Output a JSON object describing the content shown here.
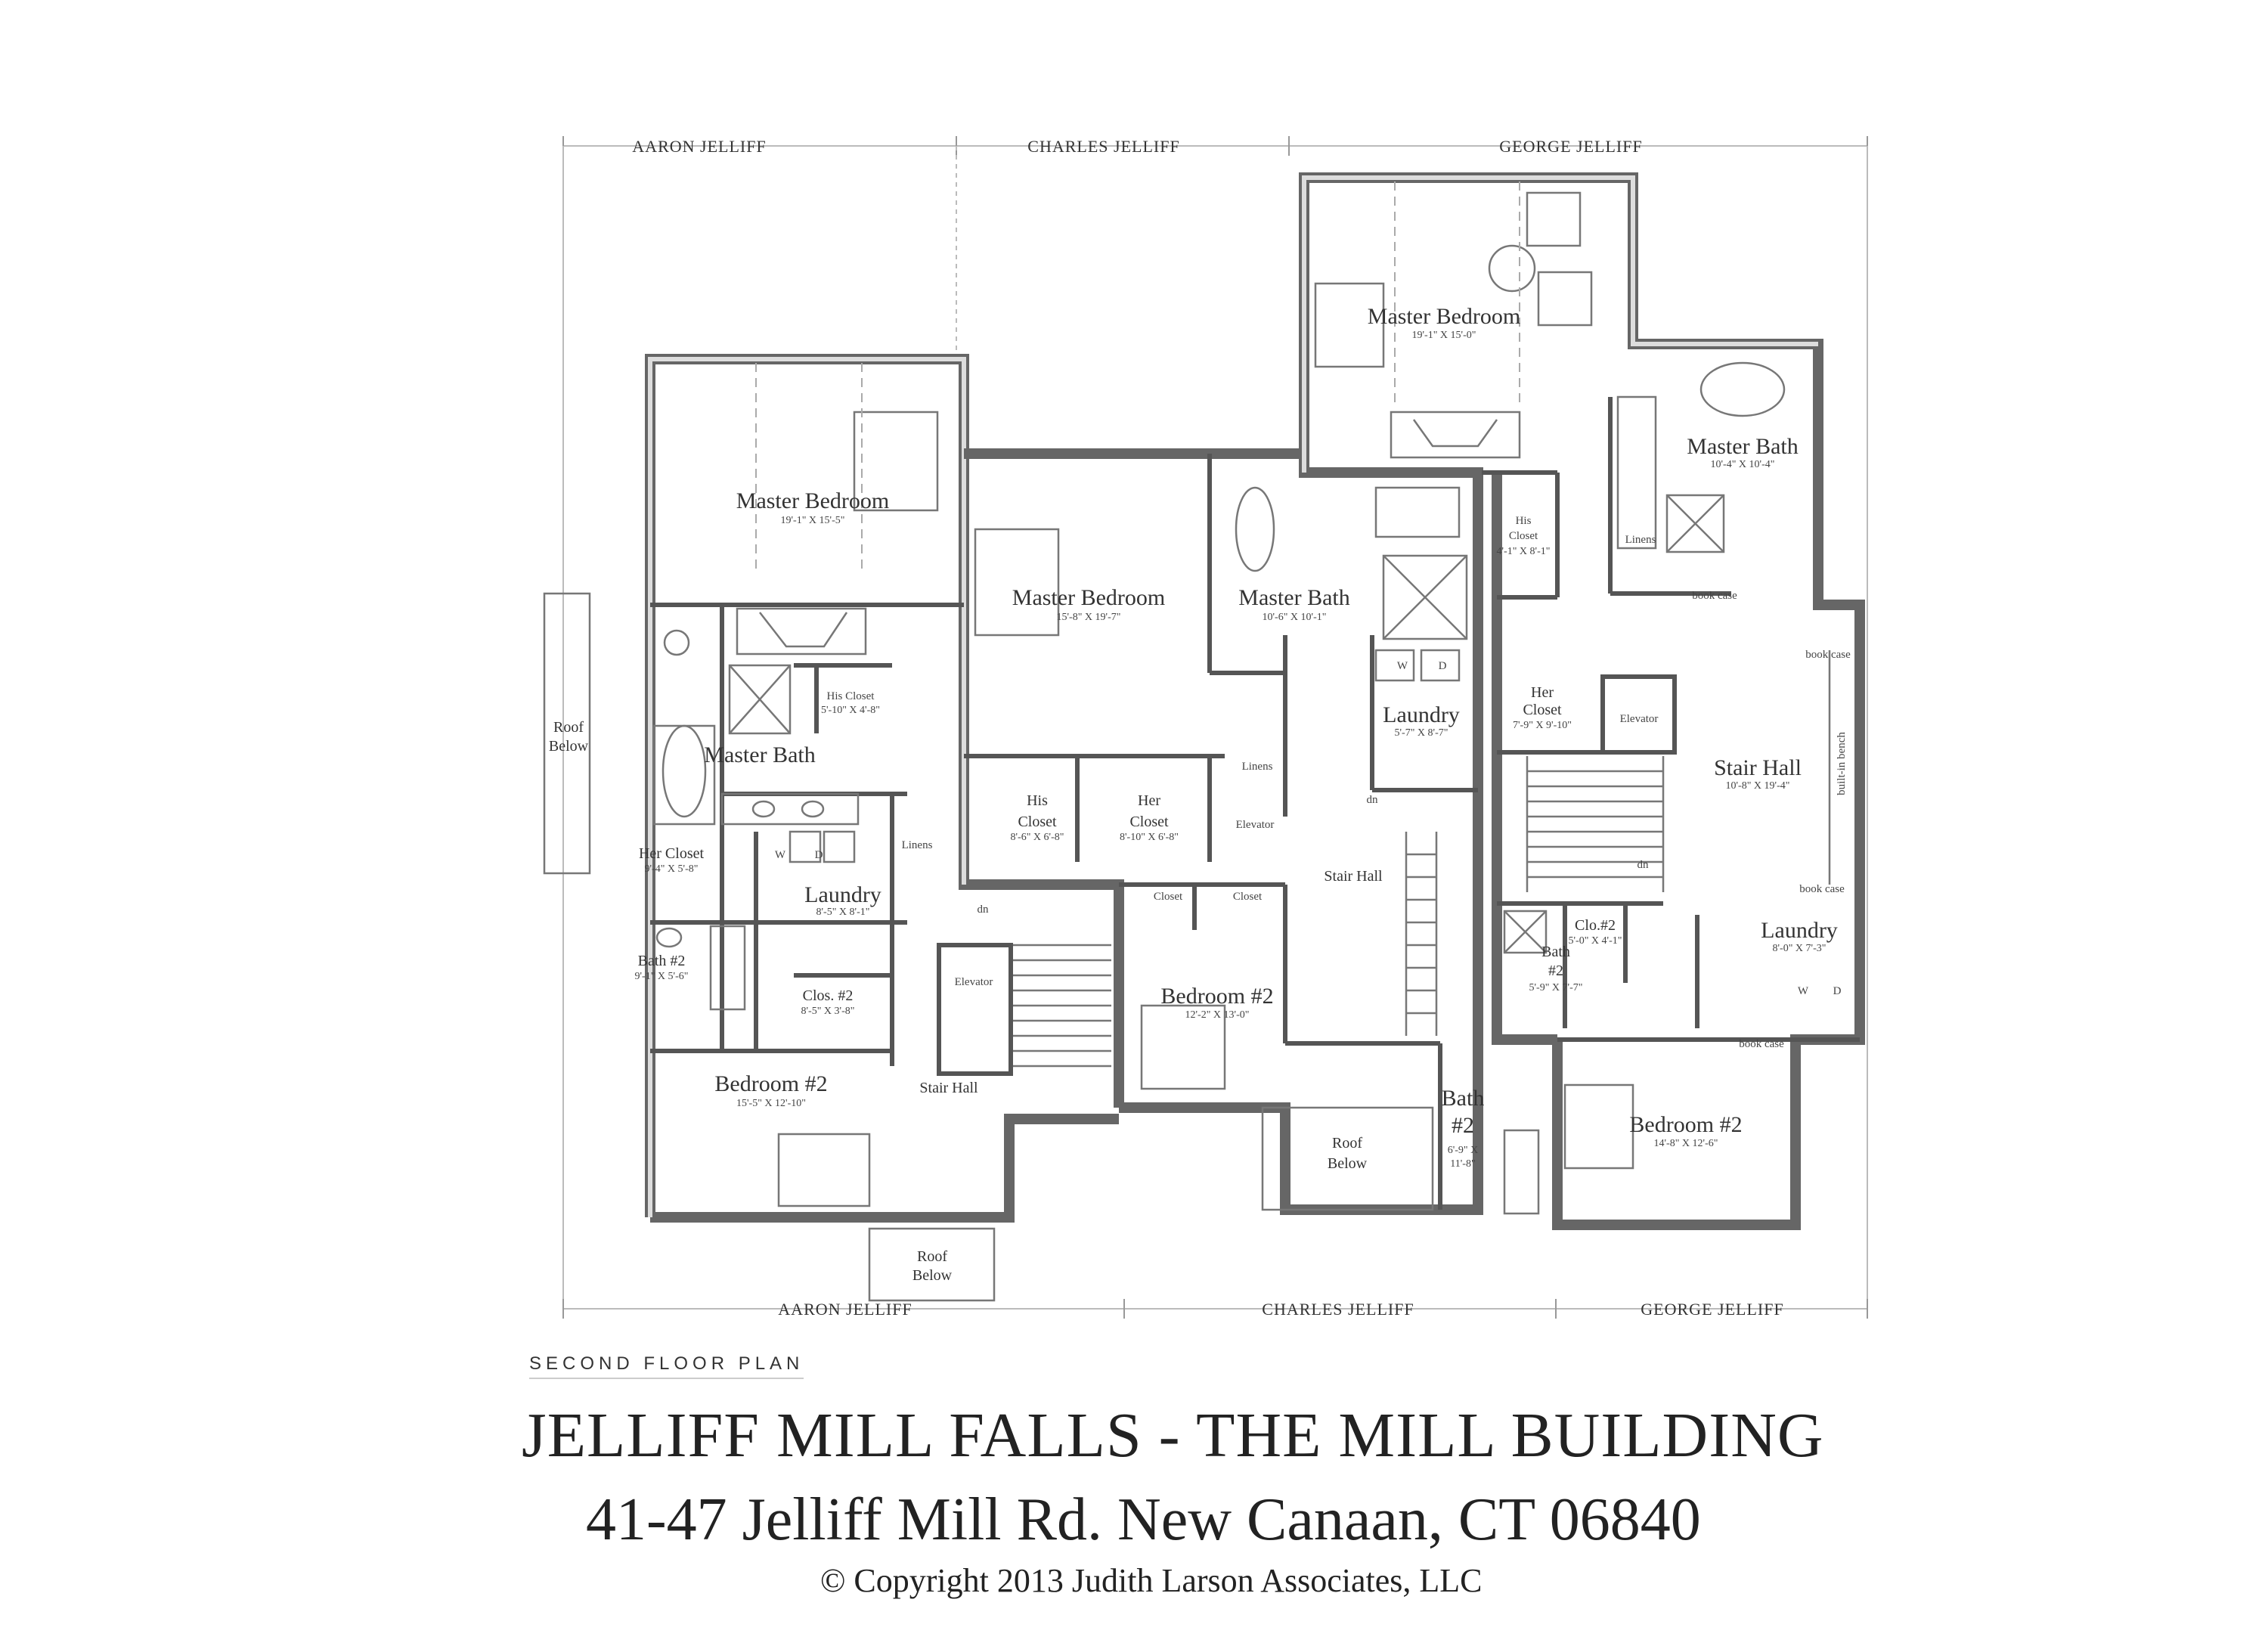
{
  "units_top": [
    "AARON JELLIFF",
    "CHARLES JELLIFF",
    "GEORGE JELLIFF"
  ],
  "units_bottom": [
    "AARON JELLIFF",
    "CHARLES JELLIFF",
    "GEORGE JELLIFF"
  ],
  "rooms": {
    "a_master_bedroom": {
      "name": "Master Bedroom",
      "dim": "19'-1\" X 15'-5\""
    },
    "a_master_bath": {
      "name": "Master Bath"
    },
    "a_his_closet": {
      "name": "His Closet",
      "dim": "5'-10\" X 4'-8\""
    },
    "a_her_closet": {
      "name": "Her Closet",
      "dim": "9'-4\" X 5'-8\""
    },
    "a_laundry": {
      "name": "Laundry",
      "dim": "8'-5\" X 8'-1\""
    },
    "a_linens": {
      "name": "Linens"
    },
    "a_bath2": {
      "name": "Bath #2",
      "dim": "9'-1\" X 5'-6\""
    },
    "a_clos2": {
      "name": "Clos. #2",
      "dim": "8'-5\" X 3'-8\""
    },
    "a_elevator": {
      "name": "Elevator"
    },
    "a_stair_hall": {
      "name": "Stair Hall"
    },
    "a_bedroom2": {
      "name": "Bedroom #2",
      "dim": "15'-5\" X 12'-10\""
    },
    "a_roof_side": {
      "l1": "Roof",
      "l2": "Below"
    },
    "a_roof_bottom": {
      "l1": "Roof",
      "l2": "Below"
    },
    "c_master_bedroom": {
      "name": "Master Bedroom",
      "dim": "15'-8\" X 19'-7\""
    },
    "c_master_bath": {
      "name": "Master Bath",
      "dim": "10'-6\" X 10'-1\""
    },
    "c_his_closet": {
      "l1": "His",
      "l2": "Closet",
      "dim": "8'-6\" X 6'-8\""
    },
    "c_her_closet": {
      "l1": "Her",
      "l2": "Closet",
      "dim": "8'-10\" X 6'-8\""
    },
    "c_linens": {
      "name": "Linens"
    },
    "c_laundry": {
      "name": "Laundry",
      "dim": "5'-7\" X 8'-7\""
    },
    "c_elevator": {
      "name": "Elevator"
    },
    "c_stair_hall": {
      "name": "Stair Hall"
    },
    "c_closet1": {
      "name": "Closet"
    },
    "c_closet2": {
      "name": "Closet"
    },
    "c_bedroom2": {
      "name": "Bedroom #2",
      "dim": "12'-2\" X 13'-0\""
    },
    "c_bath2": {
      "l1": "Bath",
      "l2": "#2",
      "dim1": "6'-9\" X",
      "dim2": "11'-8\""
    },
    "c_roof": {
      "l1": "Roof",
      "l2": "Below"
    },
    "g_master_bedroom": {
      "name": "Master Bedroom",
      "dim": "19'-1\" X 15'-0\""
    },
    "g_master_bath": {
      "name": "Master Bath",
      "dim": "10'-4\" X 10'-4\""
    },
    "g_his_closet": {
      "l1": "His",
      "l2": "Closet",
      "dim": "4'-1\" X 8'-1\""
    },
    "g_her_closet": {
      "l1": "Her",
      "l2": "Closet",
      "dim": "7'-9\" X 9'-10\""
    },
    "g_linens": {
      "name": "Linens"
    },
    "g_elevator": {
      "name": "Elevator"
    },
    "g_stair_hall": {
      "name": "Stair Hall",
      "dim": "10'-8\" X 19'-4\""
    },
    "g_bench": {
      "name": "built-in bench"
    },
    "g_bookcase1": {
      "name": "book case"
    },
    "g_bookcase2": {
      "name": "book case"
    },
    "g_bookcase3": {
      "name": "book case"
    },
    "g_bookcase4": {
      "name": "book case"
    },
    "g_laundry": {
      "name": "Laundry",
      "dim": "8'-0\" X 7'-3\""
    },
    "g_clos2": {
      "name": "Clo.#2",
      "dim": "5'-0\" X 4'-1\""
    },
    "g_bath2": {
      "l1": "Bath",
      "l2": "#2",
      "dim": "5'-9\" X 7'-7\""
    },
    "g_bedroom2": {
      "name": "Bedroom #2",
      "dim": "14'-8\" X 12'-6\""
    }
  },
  "misc": {
    "dn": "dn",
    "w": "W",
    "d": "D"
  },
  "caption": {
    "subtitle": "SECOND FLOOR PLAN",
    "title": "JELLIFF MILL FALLS - THE MILL BUILDING",
    "address": "41-47 Jelliff Mill Rd. New Canaan, CT 06840",
    "copyright": "© Copyright 2013 Judith Larson Associates, LLC"
  }
}
